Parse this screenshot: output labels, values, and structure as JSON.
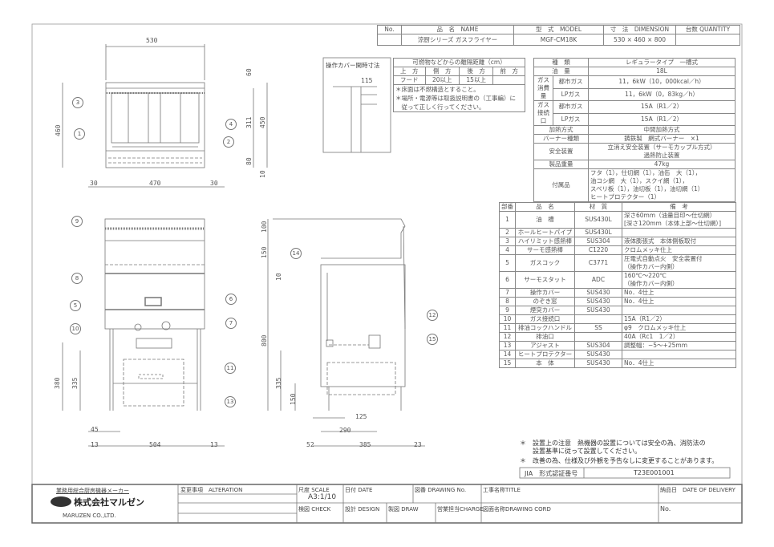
{
  "header": {
    "cols": [
      "No.",
      "品　名　NAME",
      "型　式　MODEL",
      "寸　法　DIMENSION",
      "台数 QUANTITY"
    ],
    "row": {
      "no": "",
      "name": "涼厨シリーズ ガスフライヤー",
      "model": "MGF-CM18K",
      "dimension": "530 × 460 × 800",
      "quantity": ""
    }
  },
  "clearance_box": {
    "title": "操作カバー開時寸法",
    "dim": "115"
  },
  "clearance_table": {
    "title": "可燃物などからの離隔距離（cm）",
    "headers": [
      "上　方",
      "側　方",
      "後　方",
      "前　方"
    ],
    "values": [
      "フード",
      "20以上",
      "15以上",
      ""
    ],
    "notes": [
      "＊床面は不燃構造とすること。",
      "＊場所・電源等は取扱説明書の（工事編）に",
      "　従って正しく行ってください。"
    ]
  },
  "specs": {
    "type_label": "種　類",
    "type": "レギュラータイプ　一槽式",
    "oil_label": "油　量",
    "oil": "18L",
    "gas_cons_label": "ガス消費量",
    "city_gas": "都市ガス",
    "lp_gas": "LPガス",
    "cons_city": "11，6kW（10，000kcal／h）",
    "cons_lp": "11，6kW（0，83kg／h）",
    "conn_label": "ガス接続口",
    "conn_city": "15A（R1／2）",
    "conn_lp": "15A（R1／2）",
    "heating_label": "加熱方式",
    "heating": "中間加熱方式",
    "burner_label": "バーナー種類",
    "burner": "鋳鉄製　網式バーナー　×1",
    "safety_label": "安全装置",
    "safety": [
      "立消え安全装置（サーモカップル方式）",
      "過熱防止装置"
    ],
    "weight_label": "製品重量",
    "weight": "47kg",
    "acc_label": "付属品",
    "accessories": [
      "フタ（1），仕切網（1），油缶　大（1），",
      "油コシ網　大（1），スクイ網（1），",
      "スベリ板（1），油切板（1），油切網（1）",
      "ヒートプロテクター（1）"
    ]
  },
  "parts": {
    "headers": [
      "部番",
      "品　名",
      "材　質",
      "備　考"
    ],
    "rows": [
      {
        "no": "1",
        "name": "油　槽",
        "mat": "SUS430L",
        "note": "深さ60mm（油量目印〜仕切網）",
        "note2": "[深さ120mm（本体上部〜仕切網）]"
      },
      {
        "no": "2",
        "name": "ホールヒートパイプ",
        "mat": "SUS430L",
        "note": ""
      },
      {
        "no": "3",
        "name": "ハイリミット感熱棒",
        "mat": "SUS304",
        "note": "液体膨張式　本体側板取付"
      },
      {
        "no": "4",
        "name": "サーモ感熱棒",
        "mat": "C1220",
        "note": "クロムメッキ仕上"
      },
      {
        "no": "5",
        "name": "ガスコック",
        "mat": "C3771",
        "note": "圧電式自動点火　安全装置付",
        "note2": "（操作カバー内側）"
      },
      {
        "no": "6",
        "name": "サーモスタット",
        "mat": "ADC",
        "note": "160℃〜220℃",
        "note2": "（操作カバー内側）"
      },
      {
        "no": "7",
        "name": "操作カバー",
        "mat": "SUS430",
        "note": "No．4仕上"
      },
      {
        "no": "8",
        "name": "のぞき窓",
        "mat": "SUS430",
        "note": "No．4仕上"
      },
      {
        "no": "9",
        "name": "煙突カバー",
        "mat": "SUS430",
        "note": ""
      },
      {
        "no": "10",
        "name": "ガス接続口",
        "mat": "",
        "note": "15A（R1／2）"
      },
      {
        "no": "11",
        "name": "排油コックハンドル",
        "mat": "SS",
        "note": "φ9　クロムメッキ仕上"
      },
      {
        "no": "12",
        "name": "排油口",
        "mat": "",
        "note": "40A（Rc1　1／2）"
      },
      {
        "no": "13",
        "name": "アジャスト",
        "mat": "SUS304",
        "note": "調整幅：−5〜+25mm"
      },
      {
        "no": "14",
        "name": "ヒートプロテクター",
        "mat": "SUS430",
        "note": ""
      },
      {
        "no": "15",
        "name": "本　体",
        "mat": "SUS430",
        "note": "No．4仕上"
      }
    ]
  },
  "notes": [
    "＊　設置上の注意　熱機器の設置については安全の為、消防法の",
    "　　設置基準に従って設置してください。",
    "＊　改善の為、仕様及び外観を予告なしに変更することがあります。"
  ],
  "jia": {
    "label": "JIA　形式認証番号",
    "value": "T23E001001"
  },
  "title_block": {
    "maker_tag": "業務用総合厨房機器メーカー",
    "company": "株式会社マルゼン",
    "company_en": "MARUZEN CO.,LTD.",
    "alteration": "変更事項　ALTERATION",
    "scale_label": "尺度 SCALE",
    "scale": "A3:1/10",
    "date": "日付 DATE",
    "drawing_no": "図番 DRAWING No.",
    "title": "工事名称TITLE",
    "delivery": "納品日　DATE OF DELIVERY",
    "check": "検図 CHECK",
    "design": "設計 DESIGN",
    "draw": "製図 DRAW",
    "charge": "営業担当CHARGE",
    "drawing_cord": "図面名称DRAWING CORD",
    "no": "No."
  },
  "drawing": {
    "top": [
      "530",
      "60",
      "460",
      "311",
      "450",
      "80",
      "10",
      "30",
      "470",
      "30"
    ],
    "front": [
      "380",
      "335",
      "45",
      "13",
      "504",
      "13"
    ],
    "side": [
      "100",
      "150",
      "10",
      "800",
      "335",
      "150",
      "125",
      "290",
      "52",
      "385",
      "23"
    ],
    "balloons": [
      "1",
      "2",
      "3",
      "4",
      "5",
      "6",
      "7",
      "8",
      "9",
      "10",
      "11",
      "12",
      "13",
      "14",
      "15"
    ]
  }
}
